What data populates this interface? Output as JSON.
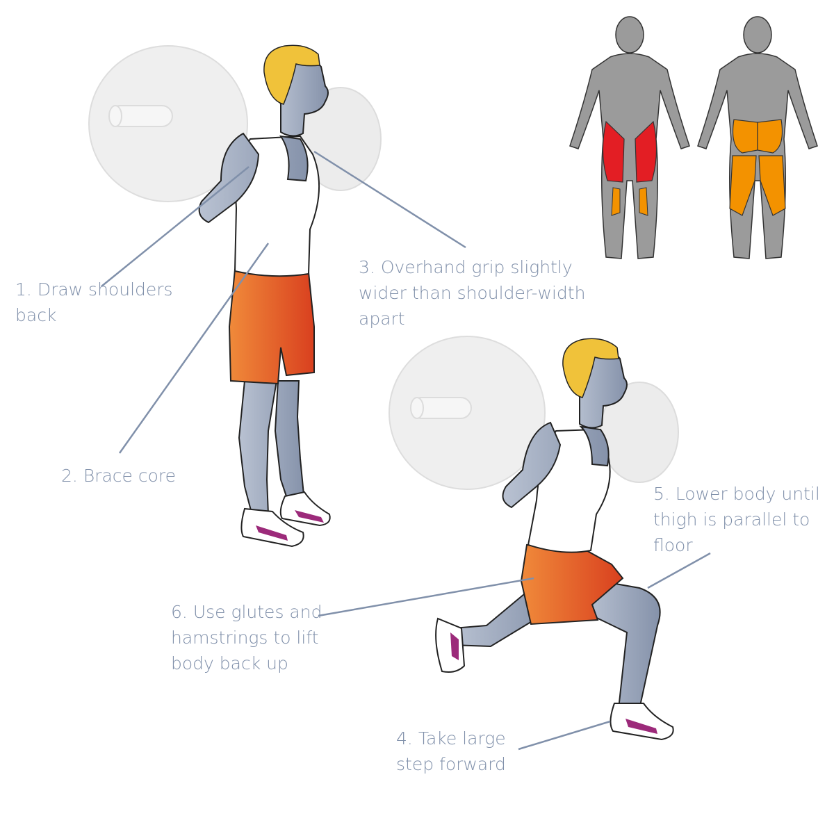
{
  "steps": [
    {
      "number": "1.",
      "text": "Draw shoulders back"
    },
    {
      "number": "2.",
      "text": "Brace core"
    },
    {
      "number": "3.",
      "text": "Overhand grip slightly wider than shoulder-width apart"
    },
    {
      "number": "4.",
      "text": "Take large step forward"
    },
    {
      "number": "5.",
      "text": "Lower body until thigh is parallel to floor"
    },
    {
      "number": "6.",
      "text": "Use glutes and hamstrings to lift body back up"
    }
  ],
  "colors": {
    "label_text": "#8090aa",
    "leader_line": "#8090aa",
    "skin": "#9aa6bb",
    "shorts": "#e8632a",
    "hair": "#f0c23a",
    "tank_top": "#ffffff",
    "shoe_accent": "#9c2a7a",
    "plate": "#ececec",
    "muscle_primary": "#e31e24",
    "muscle_secondary": "#f39200",
    "muscle_base": "#9b9b9b"
  },
  "icons": [
    "barbell-plate",
    "athlete-figure",
    "muscle-chart-front",
    "muscle-chart-back"
  ]
}
